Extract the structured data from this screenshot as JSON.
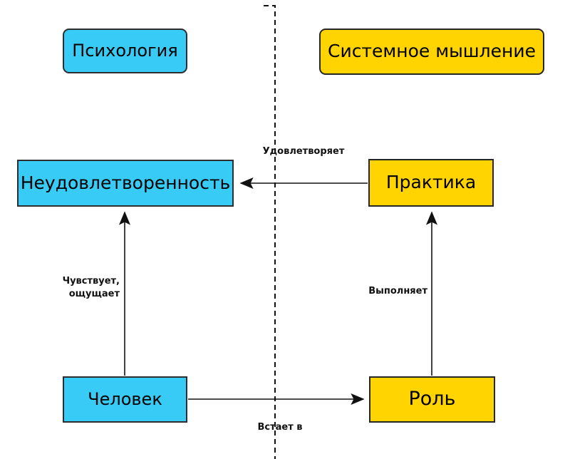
{
  "diagram": {
    "domains": [
      {
        "id": "psychology",
        "label": "Психология",
        "fill": "#38CBF5"
      },
      {
        "id": "systems_thinking",
        "label": "Системное мышление",
        "fill": "#FFD400"
      }
    ],
    "nodes": [
      {
        "id": "dissatisfaction",
        "label": "Неудовлетворенность",
        "domain": "psychology",
        "fill": "#38CBF5"
      },
      {
        "id": "practice",
        "label": "Практика",
        "domain": "systems_thinking",
        "fill": "#FFD400"
      },
      {
        "id": "person",
        "label": "Человек",
        "domain": "psychology",
        "fill": "#38CBF5"
      },
      {
        "id": "role",
        "label": "Роль",
        "domain": "systems_thinking",
        "fill": "#FFD400"
      }
    ],
    "edges": [
      {
        "from": "Практика",
        "to": "Неудовлетворенность",
        "label": "Удовлетворяет"
      },
      {
        "from": "Человек",
        "to": "Неудовлетворенность",
        "label": "Чувствует,\nощущает"
      },
      {
        "from": "Роль",
        "to": "Практика",
        "label": "Выполняет"
      },
      {
        "from": "Человек",
        "to": "Роль",
        "label": "Встает в"
      }
    ],
    "colors": {
      "background": "#FFFFFF",
      "psychology_fill": "#38CBF5",
      "systems_thinking_fill": "#FFD400",
      "box_border": "#2E2E2E",
      "line": "#111111"
    }
  }
}
